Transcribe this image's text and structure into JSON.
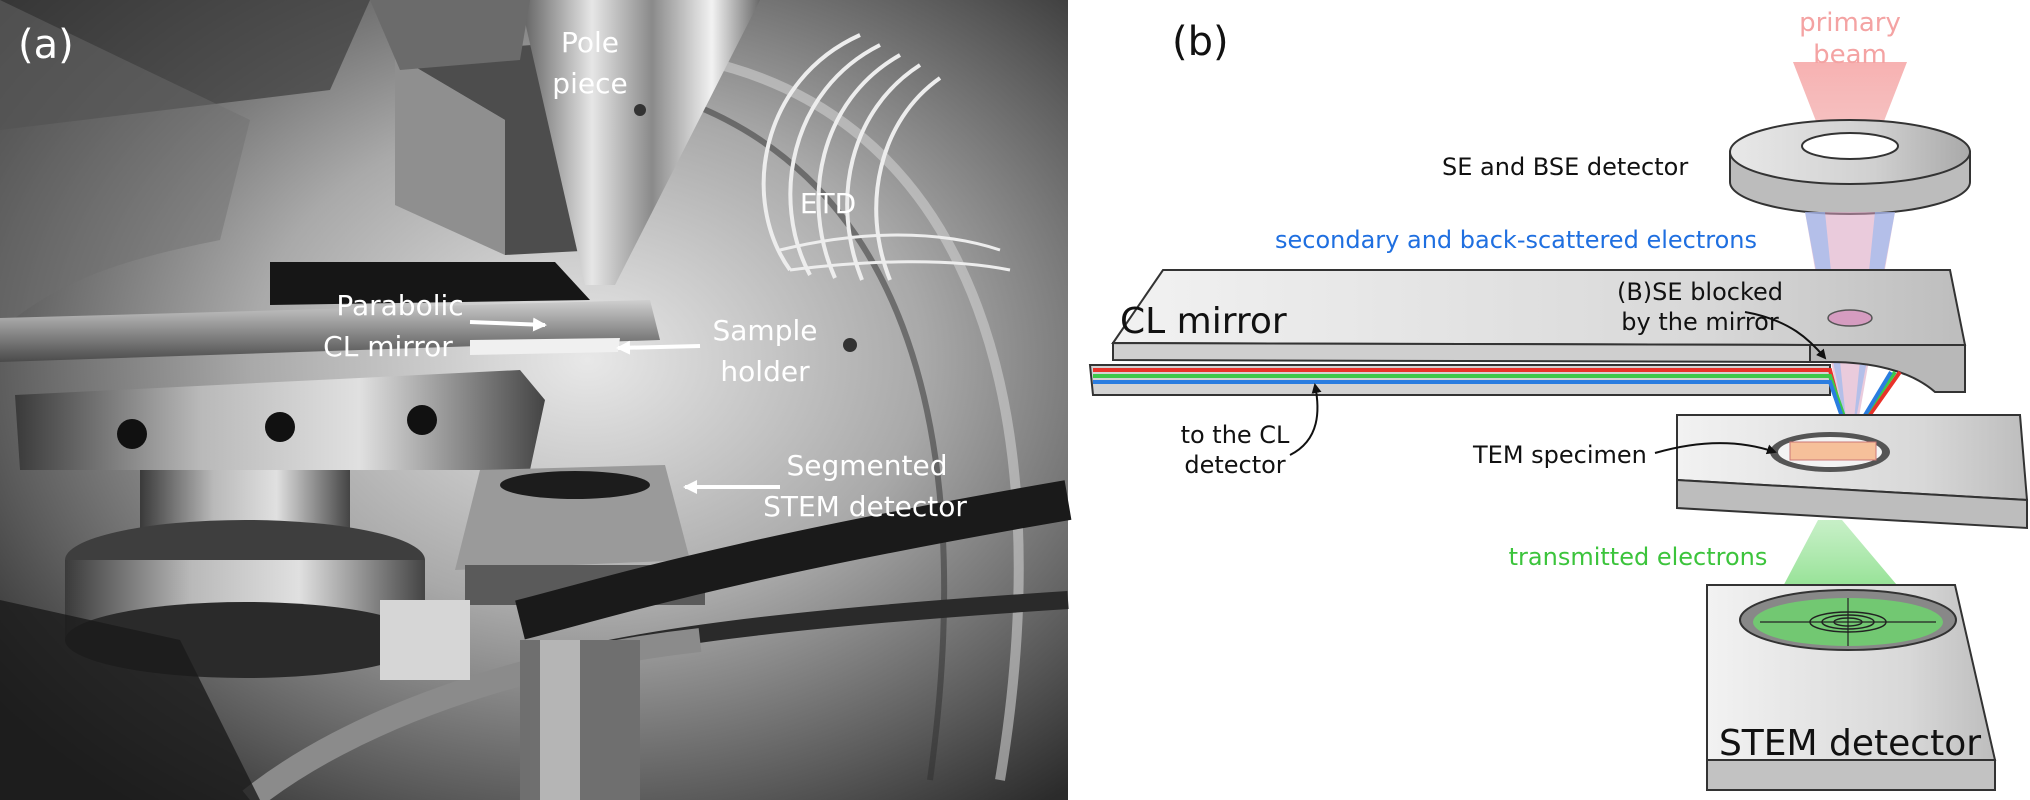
{
  "panel_a": {
    "panel_label": "(a)",
    "labels": {
      "pole_piece_1": "Pole",
      "pole_piece_2": "piece",
      "etd": "ETD",
      "mirror_1": "Parabolic",
      "mirror_2": "CL mirror",
      "holder_1": "Sample",
      "holder_2": "holder",
      "stem_1": "Segmented",
      "stem_2": "STEM detector"
    }
  },
  "panel_b": {
    "panel_label": "(b)",
    "labels": {
      "primary_1": "primary",
      "primary_2": "beam",
      "se_bse_detector": "SE and BSE detector",
      "secondary_electrons": "secondary and back-scattered electrons",
      "cl_mirror": "CL mirror",
      "blocked_1": "(B)SE blocked",
      "blocked_2": "by the mirror",
      "to_cl_1": "to the CL",
      "to_cl_2": "detector",
      "tem_specimen": "TEM specimen",
      "transmitted": "transmitted electrons",
      "stem_detector": "STEM detector"
    },
    "colors": {
      "primary_beam": "#f4a3a3",
      "secondary_text": "#1f6fe0",
      "transmitted_text": "#3cc43c",
      "cl_red": "#e8322a",
      "cl_blue": "#2a7de0",
      "cl_green": "#3cc84a"
    }
  }
}
